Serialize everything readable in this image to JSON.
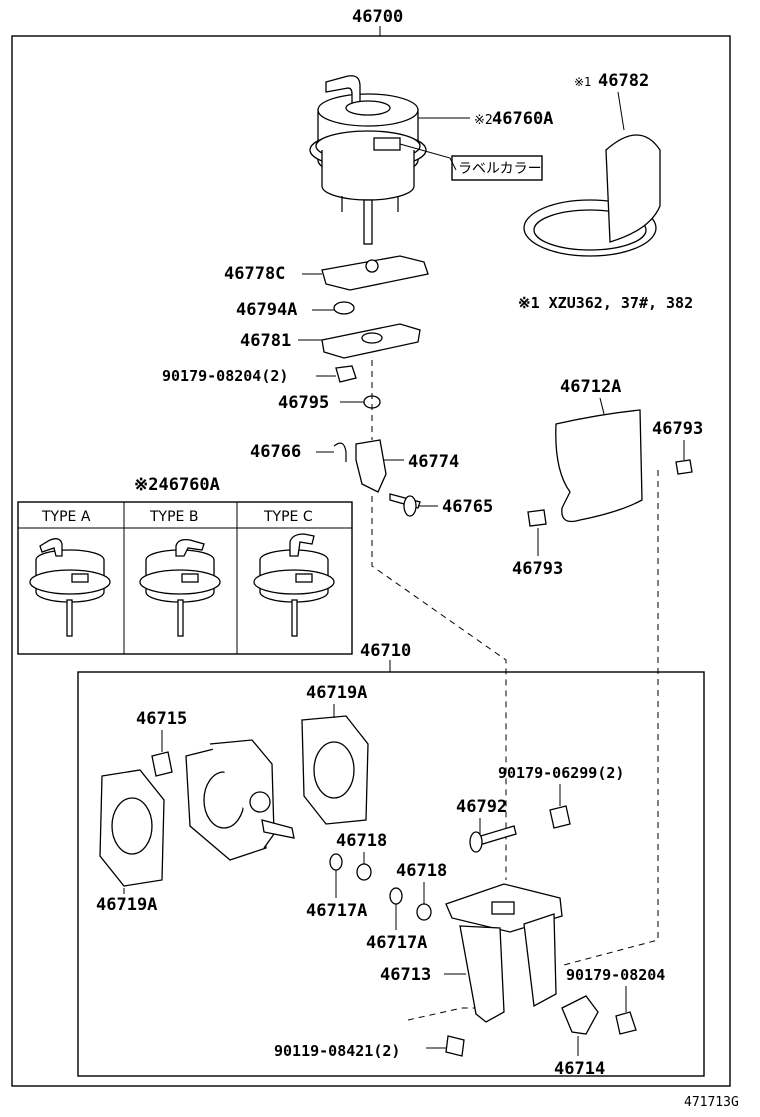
{
  "diagram": {
    "assembly_number": "46700",
    "sub_assembly_number": "46710",
    "figure_code": "471713G",
    "note_marker_1": "※1",
    "note_marker_2": "※2",
    "note_1_text": "※1 XZU362, 37#, 382",
    "label_collar": "ラベルカラー",
    "type_table": {
      "title": "※246760A",
      "types": [
        "TYPE A",
        "TYPE B",
        "TYPE C"
      ]
    },
    "parts": {
      "p46760A": "46760A",
      "p46782": "46782",
      "p46778C": "46778C",
      "p46794A": "46794A",
      "p46781": "46781",
      "p90179_08204_2": "90179-08204(2)",
      "p46795": "46795",
      "p46766": "46766",
      "p46774": "46774",
      "p46765": "46765",
      "p46712A": "46712A",
      "p46793_top": "46793",
      "p46793_bottom": "46793",
      "p46715": "46715",
      "p46719A_top": "46719A",
      "p46719A_bottom": "46719A",
      "p90179_06299_2": "90179-06299(2)",
      "p46792": "46792",
      "p46718_top": "46718",
      "p46718_bottom": "46718",
      "p46717A_top": "46717A",
      "p46717A_bottom": "46717A",
      "p46713": "46713",
      "p90179_08204": "90179-08204",
      "p90119_08421_2": "90119-08421(2)",
      "p46714": "46714"
    }
  }
}
